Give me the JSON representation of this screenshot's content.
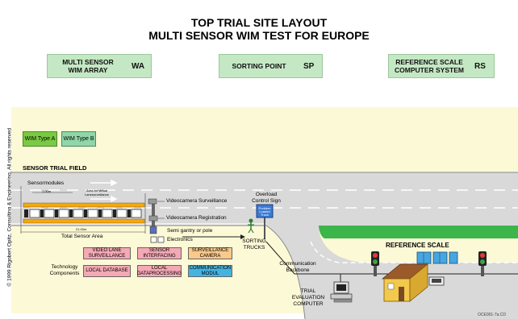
{
  "title_line1": "TOP TRIAL SITE LAYOUT",
  "title_line2": "MULTI SENSOR WIM TEST FOR EUROPE",
  "legend": [
    {
      "label": "MULTI SENSOR\nWIM ARRAY",
      "abbr": "WA"
    },
    {
      "label": "SORTING POINT",
      "abbr": "SP"
    },
    {
      "label": "REFERENCE SCALE\nCOMPUTER SYSTEM",
      "abbr": "RS"
    }
  ],
  "wim_type_a": "WIM Type A",
  "wim_type_b": "WIM Type B",
  "sensor_trial_field": "SENSOR TRIAL FIELD",
  "sensormodules": "Sensormodules",
  "area_virtual_lane": "Area for virtual Lanesurveillance",
  "videocamera_surveillance": "Videocamera Surveillance",
  "videocamera_registration": "Videocamera Registration",
  "semi_gantry": "Semi gantry or pole",
  "electronics": "Electronics",
  "total_sensor_area": "Total Sensor Area",
  "dim_total": "21.00m",
  "dim_module": "1.00m",
  "overload_sign": "Overload Control Sign",
  "sign_text": "Problem Loaded Truck",
  "sorting_trucks": "SORTING TRUCKS",
  "reference_scale": "REFERENCE SCALE",
  "communication_backbone": "Communication Backbone",
  "trial_eval_computer": "TRIAL EVALUATION COMPUTER",
  "technology_components": "Technology Components",
  "components": [
    {
      "label": "VIDEO LANE SURVEILLANCE",
      "color": "#f4a9b5"
    },
    {
      "label": "SENSOR INTERFACING",
      "color": "#f4a9b5"
    },
    {
      "label": "SURVEILLANCE CAMERA",
      "color": "#f8c98a"
    },
    {
      "label": "LOCAL DATABASE",
      "color": "#f4a9b5"
    },
    {
      "label": "LOCAL DATAPROCESSING",
      "color": "#f4a9b5"
    },
    {
      "label": "COMMUNICATION MODUL",
      "color": "#45b3e0"
    }
  ],
  "copyright": "© 1999 Rigobert Opitz, Consulting & Engineering, All rights reserved",
  "figure_ref": "OCE001-7a.CD"
}
